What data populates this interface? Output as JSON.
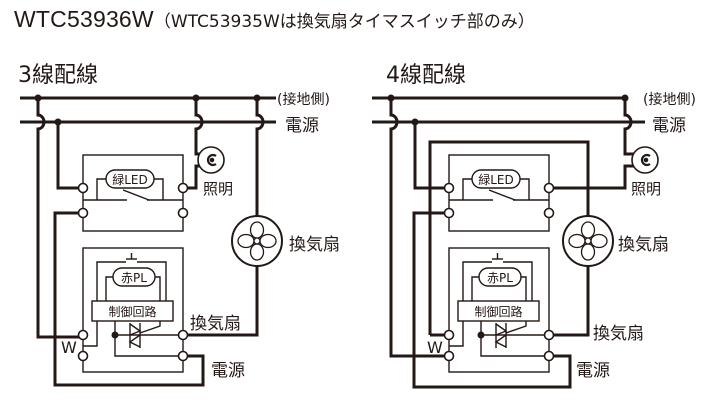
{
  "header": {
    "model": "WTC53936W",
    "note": "（WTC53935Wは換気扇タイマスイッチ部のみ）"
  },
  "diagrams": [
    {
      "title": "3線配線",
      "labels": {
        "ground_side": "(接地側)",
        "power_top": "電源",
        "led": "緑LED",
        "lighting": "照明",
        "fan_symbol_label": "換気扇",
        "pilot_lamp": "赤PL",
        "control_circuit": "制御回路",
        "fan_terminal": "換気扇",
        "power_terminal": "電源",
        "w_terminal": "W"
      }
    },
    {
      "title": "4線配線",
      "labels": {
        "ground_side": "(接地側)",
        "power_top": "電源",
        "led": "緑LED",
        "lighting": "照明",
        "fan_symbol_label": "換気扇",
        "pilot_lamp": "赤PL",
        "control_circuit": "制御回路",
        "fan_terminal": "換気扇",
        "power_terminal": "電源",
        "w_terminal": "W"
      }
    }
  ],
  "colors": {
    "line": "#231815",
    "background": "#ffffff"
  }
}
